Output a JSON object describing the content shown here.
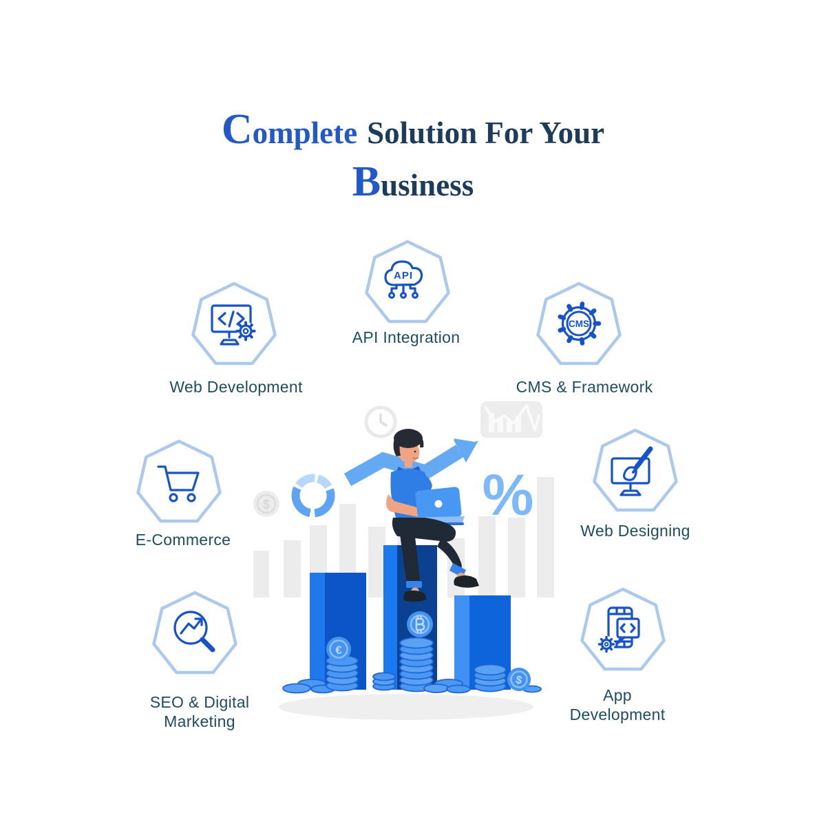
{
  "title": {
    "line1_initial": "C",
    "line1_word_rest": "omplete",
    "line1_rest": "Solution For Your",
    "line2_initial": "B",
    "line2_rest": "usiness"
  },
  "services": [
    {
      "label": "Web Development",
      "icon": "monitor-code-gear-icon"
    },
    {
      "label": "API Integration",
      "icon": "cloud-api-icon",
      "icon_text": "API"
    },
    {
      "label": "CMS & Framework",
      "icon": "gear-cms-icon",
      "icon_text": "CMS"
    },
    {
      "label": "E-Commerce",
      "icon": "shopping-cart-icon"
    },
    {
      "label": "Web Designing",
      "icon": "monitor-paintbrush-icon"
    },
    {
      "label": "SEO & Digital Marketing",
      "icon": "magnifier-growth-icon"
    },
    {
      "label": "App Development",
      "icon": "phone-code-gear-icon"
    }
  ],
  "illustration": {
    "symbols": {
      "percent": "%",
      "gray_dollar": "$",
      "euro": "€",
      "dollar": "$",
      "bitcoin": "₿"
    }
  },
  "colors": {
    "accent_blue": "#2258c8",
    "title_navy": "#1d3c5c",
    "label_teal": "#1d4d5f",
    "heptagon_stroke": "#aac9ec",
    "icon_blue": "#1652c9",
    "bar_bright_blue": "#1a78f0",
    "bar_dark_navy": "#0b4191",
    "arrow_light_blue": "#66a9f3",
    "coin_blue": "#4493f0",
    "background_gray": "#ececec"
  }
}
